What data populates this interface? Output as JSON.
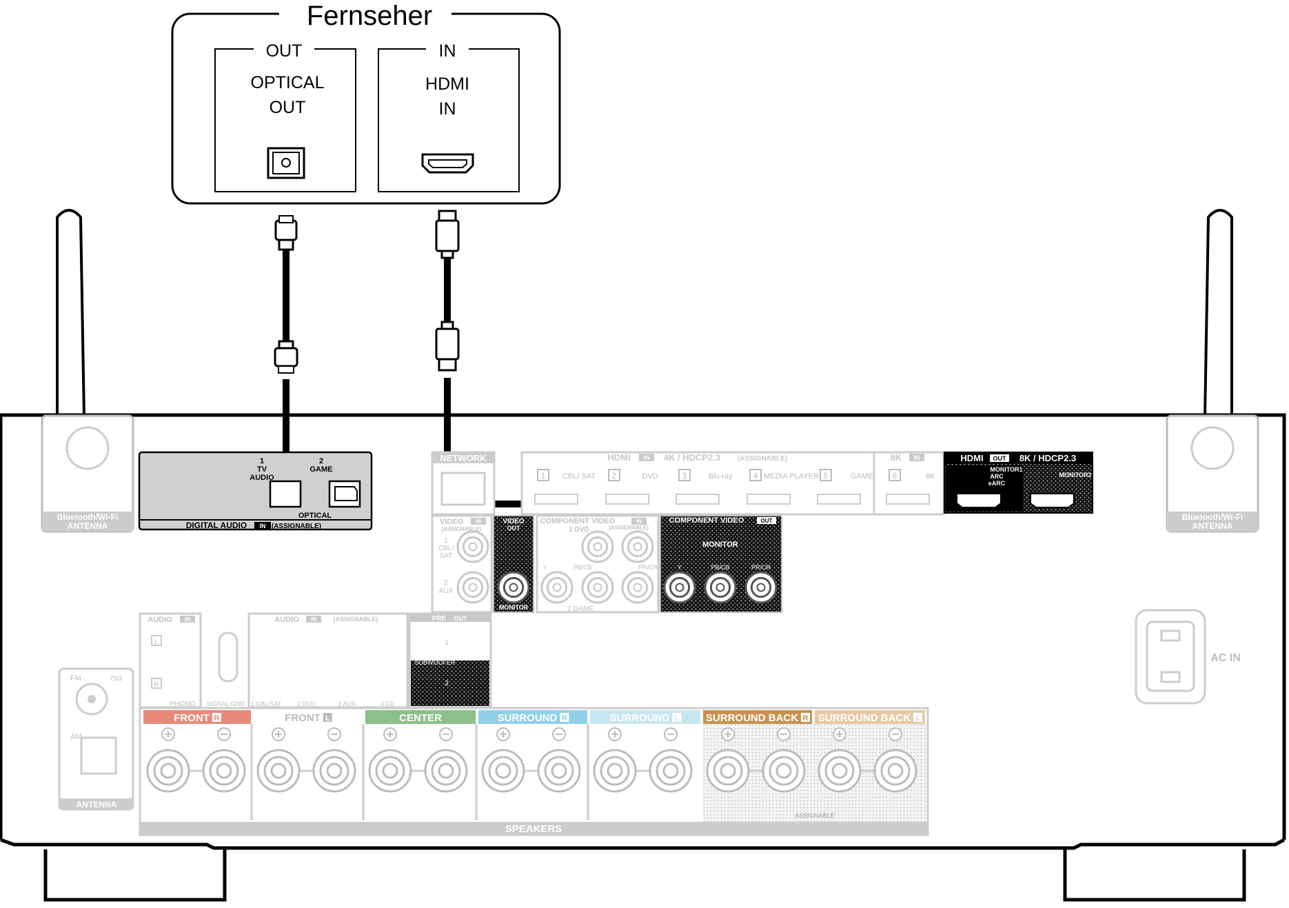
{
  "tv": {
    "title": "Fernseher",
    "out_label": "OUT",
    "in_label": "IN",
    "optical_line1": "OPTICAL",
    "optical_line2": "OUT",
    "hdmi_line1": "HDMI",
    "hdmi_line2": "IN"
  },
  "receiver": {
    "bt_left": [
      "Bluetooth/Wi-Fi",
      "ANTENNA"
    ],
    "bt_right": [
      "Bluetooth/Wi-Fi",
      "ANTENNA"
    ],
    "digital_audio": {
      "in1_num": "1",
      "in1_a": "TV",
      "in1_b": "AUDIO",
      "in2_num": "2",
      "in2_a": "GAME",
      "optical": "OPTICAL",
      "label": "DIGITAL AUDIO",
      "in_badge": "IN",
      "assignable": "(ASSIGNABLE)"
    },
    "network": "NETWORK",
    "hdmi_in": {
      "title": "HDMI",
      "badge": "IN",
      "spec": "4K / HDCP2.3",
      "assignable": "(ASSIGNABLE)",
      "spec8k": "8K",
      "badge8k": "IN",
      "inputs": [
        {
          "num": "1",
          "name": "CBL/ SAT"
        },
        {
          "num": "2",
          "name": "DVD"
        },
        {
          "num": "3",
          "name": "Blu-ray"
        },
        {
          "num": "4",
          "name": "MEDIA PLAYER"
        },
        {
          "num": "5",
          "name": "GAME"
        },
        {
          "num": "6",
          "name": "8K"
        }
      ]
    },
    "hdmi_out": {
      "title": "HDMI",
      "badge": "OUT",
      "spec": "8K / HDCP2.3",
      "monitor1": [
        "MONITOR1",
        "ARC",
        "eARC"
      ],
      "monitor2": "MONITOR2"
    },
    "video_in": {
      "title": "VIDEO",
      "badge": "IN",
      "assignable": "(ASSIGNABLE)",
      "ch1": [
        "1",
        "CBL/",
        "SAT"
      ],
      "ch2": [
        "2",
        "AUX"
      ]
    },
    "video_out": {
      "title": "VIDEO",
      "badge": "OUT",
      "monitor": "MONITOR"
    },
    "component_in": {
      "title": "COMPONENT VIDEO",
      "badge": "IN",
      "assignable": "(ASSIGNABLE)",
      "dvd": "1 DVD",
      "game": "2 GAME",
      "y": "Y",
      "pb": "PB/CB",
      "pr": "PR/CR"
    },
    "component_out": {
      "title": "COMPONENT VIDEO",
      "badge": "OUT",
      "monitor": "MONITOR",
      "y": "Y",
      "pb": "PB/CB",
      "pr": "PR/CR"
    },
    "audio_in_phono": {
      "title": "AUDIO",
      "badge": "IN",
      "l": "L",
      "r": "R",
      "phono": "PHONO",
      "gnd": "SIGNAL GND"
    },
    "audio_in": {
      "title": "AUDIO",
      "badge": "IN",
      "assignable": "(ASSIGNABLE)",
      "labels": [
        "1 CBL/SAT",
        "2 DVD",
        "3 AUX",
        "4 CD"
      ]
    },
    "pre_out": {
      "title": "PRE",
      "badge": "OUT",
      "ch1": "1",
      "sub": "SUBWOOFER",
      "ch2": "2"
    },
    "antenna": {
      "fm": "FM",
      "ohm": "75Ω",
      "am": "AM",
      "label": "ANTENNA"
    },
    "ac_in": "AC IN",
    "speakers": {
      "label": "SPEAKERS",
      "assignable": "ASSIGNABLE",
      "groups": [
        {
          "name": "FRONT",
          "ch": "R",
          "color": "#e8897a"
        },
        {
          "name": "FRONT",
          "ch": "L",
          "color": "#ffffff"
        },
        {
          "name": "CENTER",
          "ch": "",
          "color": "#8cbf8c"
        },
        {
          "name": "SURROUND",
          "ch": "R",
          "color": "#8fd0e8"
        },
        {
          "name": "SURROUND",
          "ch": "L",
          "color": "#c8e6ef"
        },
        {
          "name": "SURROUND BACK",
          "ch": "R",
          "color": "#c8914e"
        },
        {
          "name": "SURROUND BACK",
          "ch": "L",
          "color": "#e6c9a6"
        }
      ]
    }
  }
}
